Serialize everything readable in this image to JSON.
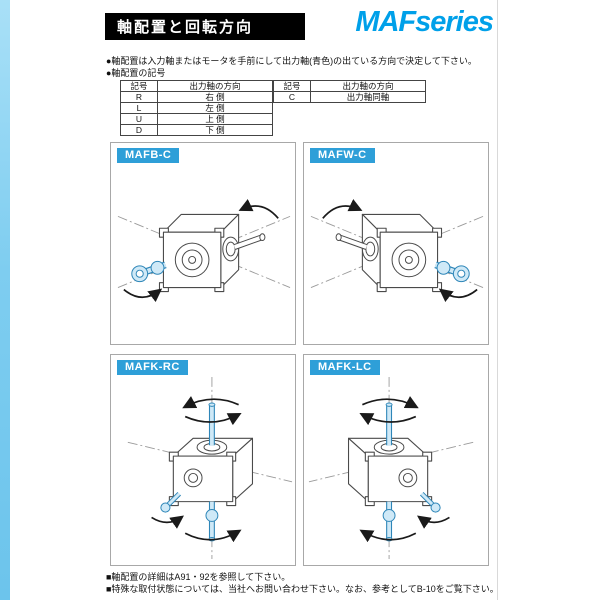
{
  "page": {
    "title": "軸配置と回転方向",
    "series_logo": "MAFseries",
    "note_line1": "●軸配置は入力軸またはモータを手前にして出力軸(青色)の出ている方向で決定して下さい。",
    "note_line2": "●軸配置の記号",
    "footer_line1": "■軸配置の詳細はA91・92を参照して下さい。",
    "footer_line2": "■特殊な取付状態については、当社へお問い合わせ下さい。なお、参考としてB-10をご覧下さい。"
  },
  "symbol_table": {
    "headers": [
      "記号",
      "出力軸の方向",
      "記号",
      "出力軸の方向"
    ],
    "left_rows": [
      {
        "symbol": "R",
        "direction": "右 側"
      },
      {
        "symbol": "L",
        "direction": "左 側"
      },
      {
        "symbol": "U",
        "direction": "上 側"
      },
      {
        "symbol": "D",
        "direction": "下 側"
      }
    ],
    "right_rows": [
      {
        "symbol": "C",
        "direction": "出力軸同軸"
      }
    ]
  },
  "panels": [
    {
      "label": "MAFB-C"
    },
    {
      "label": "MAFW-C"
    },
    {
      "label": "MAFK-RC"
    },
    {
      "label": "MAFK-LC"
    }
  ],
  "colors": {
    "accent_blue": "#00a0e9",
    "panel_label_bg": "#2e9fd8",
    "edge_band_blue": "#7ecdf0",
    "output_shaft_blue": "#cfe9f7",
    "header_bar_bg": "#000000"
  }
}
